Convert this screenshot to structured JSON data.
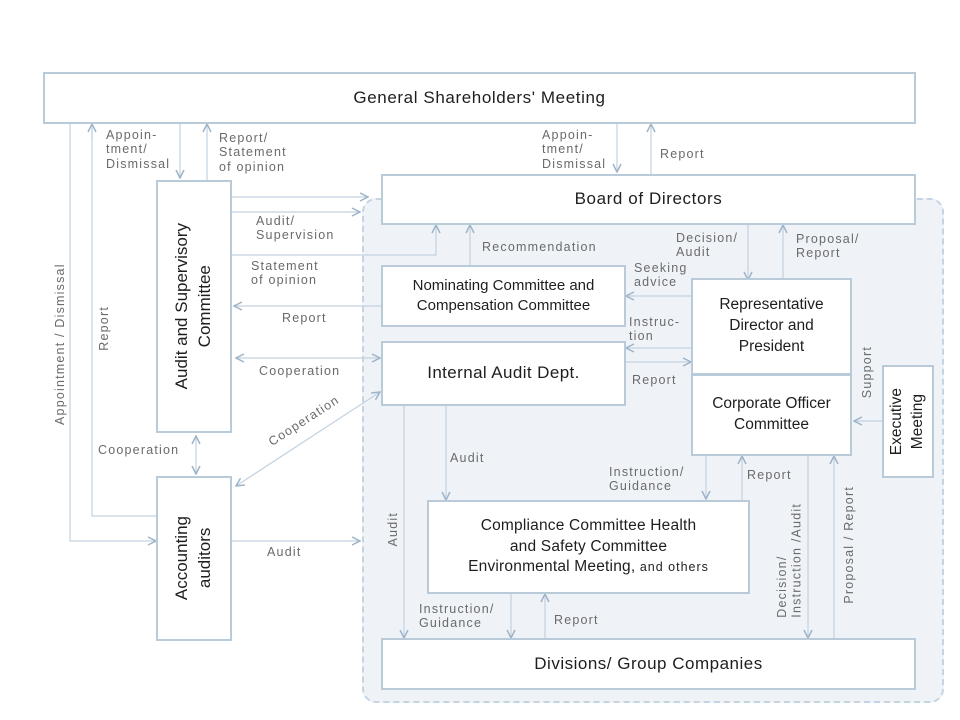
{
  "boxes": {
    "shareholders": "General  Shareholders'  Meeting",
    "board": "Board  of  Directors",
    "audit_committee_1": "Audit  and Supervisory",
    "audit_committee_2": "Committee",
    "nominating_1": "Nominating Committee and",
    "nominating_2": "Compensation Committee",
    "internal_audit": "Internal  Audit  Dept.",
    "representative": "Representative Director and President",
    "corporate_officer": "Corporate Officer Committee",
    "executive_1": "Executive",
    "executive_2": "Meeting",
    "accounting_1": "Accounting",
    "accounting_2": "auditors",
    "compliance_1": "Compliance  Committee  Health",
    "compliance_2": "and Safety Committee",
    "compliance_3": "Environmental  Meeting,",
    "compliance_3_small": " and others",
    "divisions": "Divisions/  Group  Companies"
  },
  "labels": {
    "appoint_left": "Appoin-\ntment/\nDismissal",
    "report_statement": "Report/\nStatement\nof opinion",
    "appoint_right": "Appoin-\ntment/\nDismissal",
    "report_top_right": "Report",
    "audit_supervision": "Audit/\nSupervision",
    "recommendation": "Recommendation",
    "decision_audit": "Decision/\nAudit",
    "proposal_report": "Proposal/\nReport",
    "statement_opinion": "Statement\nof opinion",
    "seeking_advice": "Seeking\nadvice",
    "report_nominating": "Report",
    "instruction": "Instruc-\ntion",
    "cooperation_internal": "Cooperation",
    "report_internal": "Report",
    "support": "Support",
    "cooperation_vertical": "Cooperation",
    "cooperation_diagonal": "Cooperation",
    "audit_compliance": "Audit",
    "instruction_guidance_1": "Instruction/\nGuidance",
    "report_officer": "Report",
    "audit_accounting": "Audit",
    "audit_divisions": "Audit",
    "instruction_guidance_2": "Instruction/\nGuidance",
    "report_compliance": "Report",
    "appointment_dismissal_vertical": "Appointment / Dismissal",
    "report_vertical": "Report",
    "decision_instruction_audit": "Decision/\nInstruction /Audit",
    "proposal_report_vertical": "Proposal / Report"
  },
  "colors": {
    "line": "#b9cad9",
    "arrow": "#9fb4c8",
    "panel": "#eff3f8",
    "text": "#1e1e1e",
    "label": "#6a6a6a"
  }
}
